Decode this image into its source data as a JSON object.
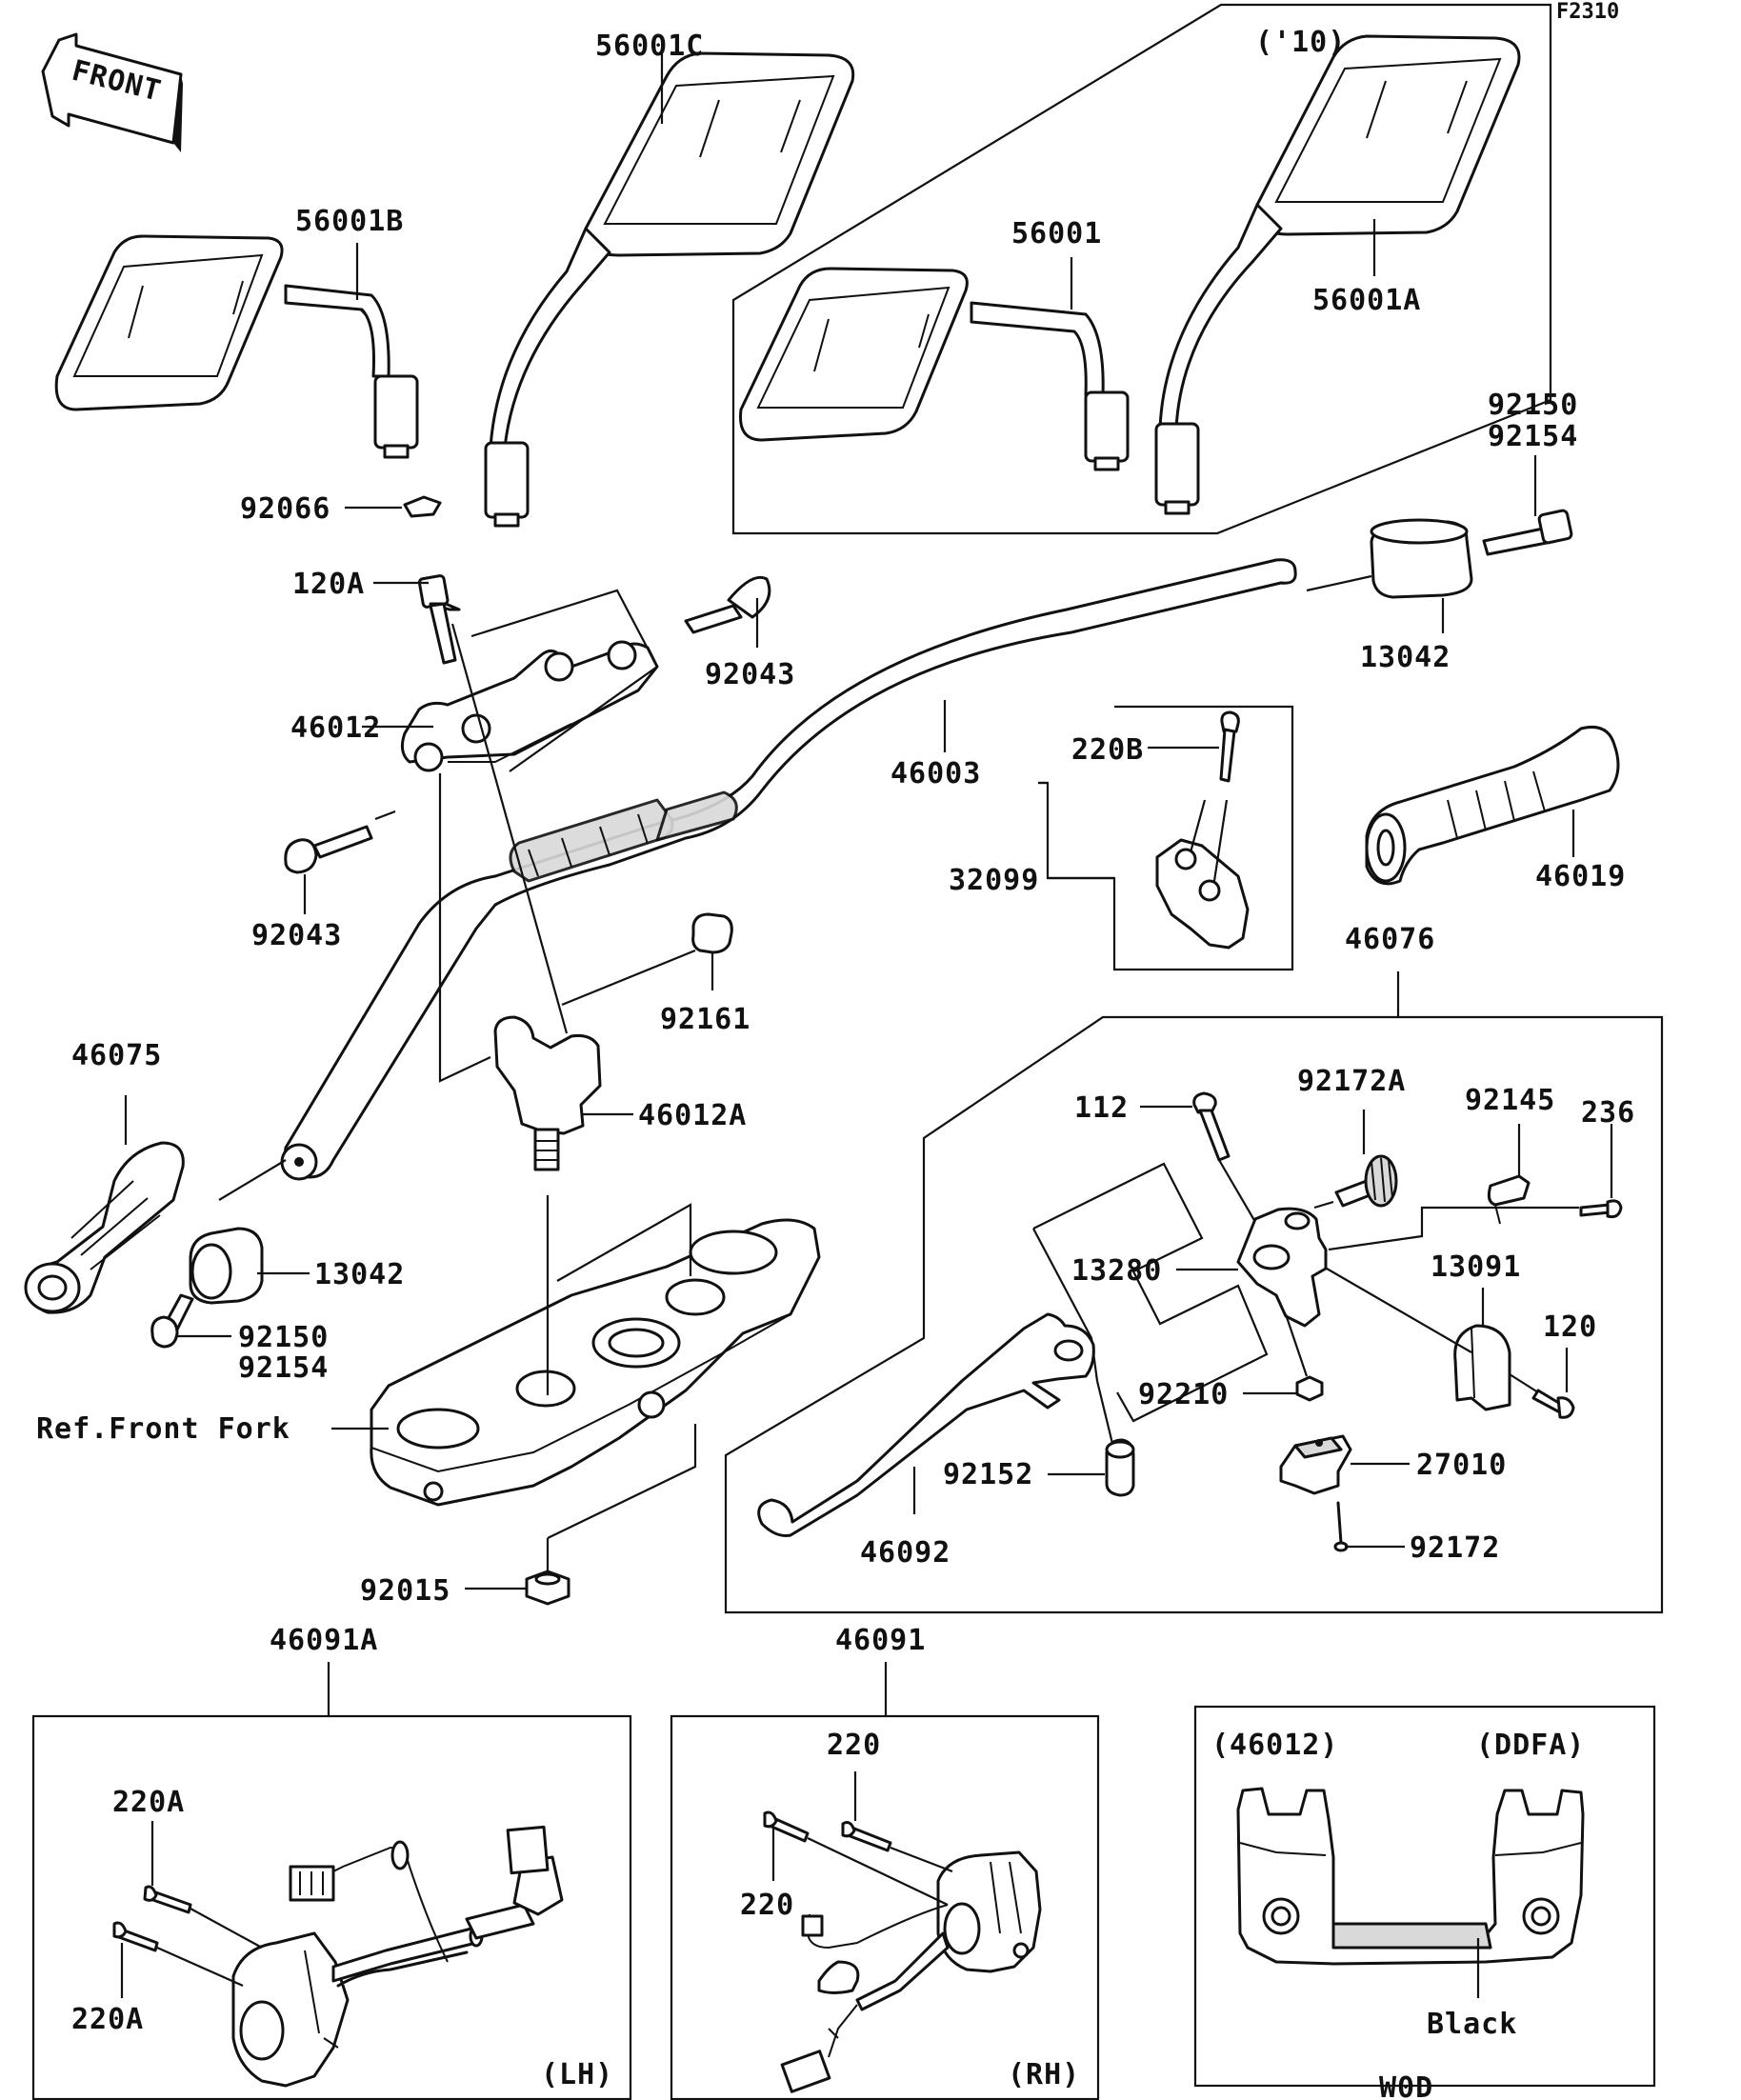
{
  "diagram_code": "F2310",
  "front_arrow": "FRONT",
  "year_note": "('10)",
  "box_46012_left": "(46012)",
  "box_46012_right": "(DDFA)",
  "color_note": "Black",
  "color_code": "W0D",
  "side_lh": "(LH)",
  "side_rh": "(RH)",
  "ref_front_fork": "Ref.Front Fork",
  "parts": {
    "p56001C": "56001C",
    "p56001B": "56001B",
    "p56001": "56001",
    "p56001A": "56001A",
    "p92150_top": "92150",
    "p92154_top": "92154",
    "p92066": "92066",
    "p120A": "120A",
    "p92043_a": "92043",
    "p13042_a": "13042",
    "p46012": "46012",
    "p46003": "46003",
    "p220B": "220B",
    "p32099": "32099",
    "p46019": "46019",
    "p92043_b": "92043",
    "p92161": "92161",
    "p46076": "46076",
    "p46075": "46075",
    "p46012A": "46012A",
    "p112": "112",
    "p92172A": "92172A",
    "p92145": "92145",
    "p236": "236",
    "p13280": "13280",
    "p13091": "13091",
    "p13042_b": "13042",
    "p120": "120",
    "p92150_bot": "92150",
    "p92154_bot": "92154",
    "p92210": "92210",
    "p27010": "27010",
    "p92152": "92152",
    "p92172": "92172",
    "p46092": "46092",
    "p92015": "92015",
    "p46091A": "46091A",
    "p46091": "46091",
    "p220A_a": "220A",
    "p220A_b": "220A",
    "p220_a": "220",
    "p220_b": "220"
  }
}
